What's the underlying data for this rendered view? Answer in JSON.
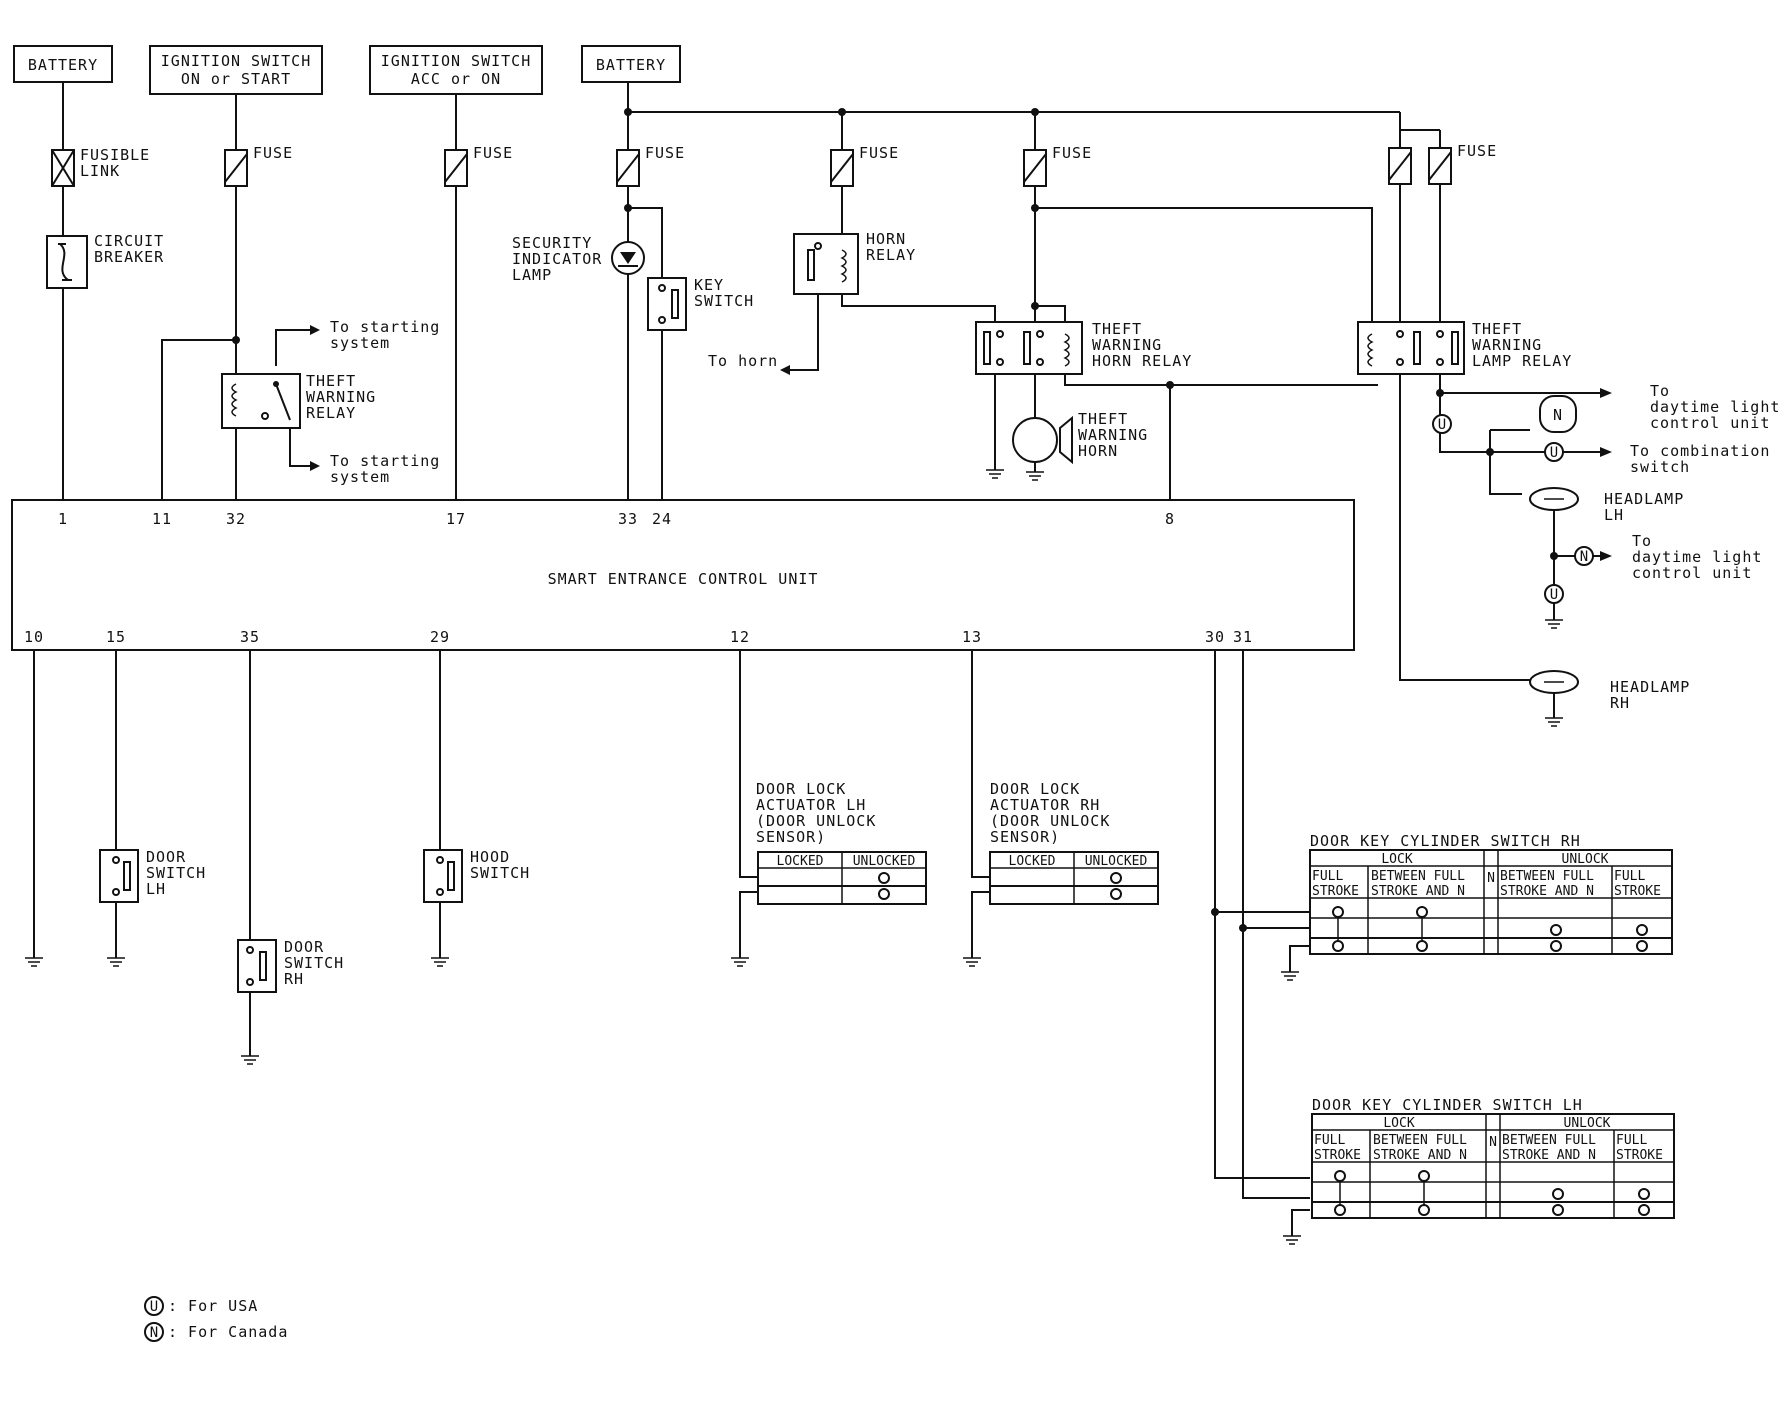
{
  "sources": {
    "battery_1": "BATTERY",
    "ign_on_start": [
      "IGNITION SWITCH",
      "ON or START"
    ],
    "ign_acc_on": [
      "IGNITION SWITCH",
      "ACC or ON"
    ],
    "battery_2": "BATTERY"
  },
  "components": {
    "fusible_link": [
      "FUSIBLE",
      "LINK"
    ],
    "fuse": "FUSE",
    "circuit_breaker": [
      "CIRCUIT",
      "BREAKER"
    ],
    "security_lamp": [
      "SECURITY",
      "INDICATOR",
      "LAMP"
    ],
    "key_switch": [
      "KEY",
      "SWITCH"
    ],
    "horn_relay": [
      "HORN",
      "RELAY"
    ],
    "to_horn": "To horn",
    "theft_horn_relay": [
      "THEFT",
      "WARNING",
      "HORN RELAY"
    ],
    "theft_horn": [
      "THEFT",
      "WARNING",
      "HORN"
    ],
    "theft_lamp_relay": [
      "THEFT",
      "WARNING",
      "LAMP RELAY"
    ],
    "theft_relay": [
      "THEFT",
      "WARNING",
      "RELAY"
    ],
    "to_starting_1": [
      "To starting",
      "system"
    ],
    "to_starting_2": [
      "To starting",
      "system"
    ],
    "to_dtl_1": [
      "To",
      "daytime light",
      "control unit"
    ],
    "to_combination": [
      "To combination",
      "switch"
    ],
    "headlamp_lh": [
      "HEADLAMP",
      "LH"
    ],
    "to_dtl_2": [
      "To",
      "daytime light",
      "control unit"
    ],
    "headlamp_rh": [
      "HEADLAMP",
      "RH"
    ],
    "door_switch_lh": [
      "DOOR",
      "SWITCH",
      "LH"
    ],
    "door_switch_rh": [
      "DOOR",
      "SWITCH",
      "RH"
    ],
    "hood_switch": [
      "HOOD",
      "SWITCH"
    ],
    "actuator_lh": [
      "DOOR LOCK",
      "ACTUATOR LH",
      "(DOOR UNLOCK",
      "SENSOR)"
    ],
    "actuator_rh": [
      "DOOR LOCK",
      "ACTUATOR RH",
      "(DOOR UNLOCK",
      "SENSOR)"
    ],
    "actuator_cols": [
      "LOCKED",
      "UNLOCKED"
    ],
    "badge_u": "U",
    "badge_n": "N"
  },
  "control_unit": {
    "title": "SMART ENTRANCE CONTROL UNIT",
    "top_pins": [
      "1",
      "11",
      "32",
      "17",
      "33",
      "24",
      "8"
    ],
    "bottom_pins": [
      "10",
      "15",
      "35",
      "29",
      "12",
      "13",
      "30",
      "31"
    ]
  },
  "key_cyl_rh": {
    "title": "DOOR KEY CYLINDER SWITCH RH",
    "lock": "LOCK",
    "unlock": "UNLOCK",
    "n": "N",
    "cols": [
      [
        "FULL",
        "STROKE"
      ],
      [
        "BETWEEN FULL",
        "STROKE AND N"
      ],
      [
        "BETWEEN FULL",
        "STROKE AND N"
      ],
      [
        "FULL",
        "STROKE"
      ]
    ]
  },
  "key_cyl_lh": {
    "title": "DOOR KEY CYLINDER SWITCH LH",
    "lock": "LOCK",
    "unlock": "UNLOCK",
    "n": "N",
    "cols": [
      [
        "FULL",
        "STROKE"
      ],
      [
        "BETWEEN FULL",
        "STROKE AND N"
      ],
      [
        "BETWEEN FULL",
        "STROKE AND N"
      ],
      [
        "FULL",
        "STROKE"
      ]
    ]
  },
  "legend": [
    {
      "symbol": "U",
      "text": ": For USA"
    },
    {
      "symbol": "N",
      "text": ": For Canada"
    }
  ]
}
